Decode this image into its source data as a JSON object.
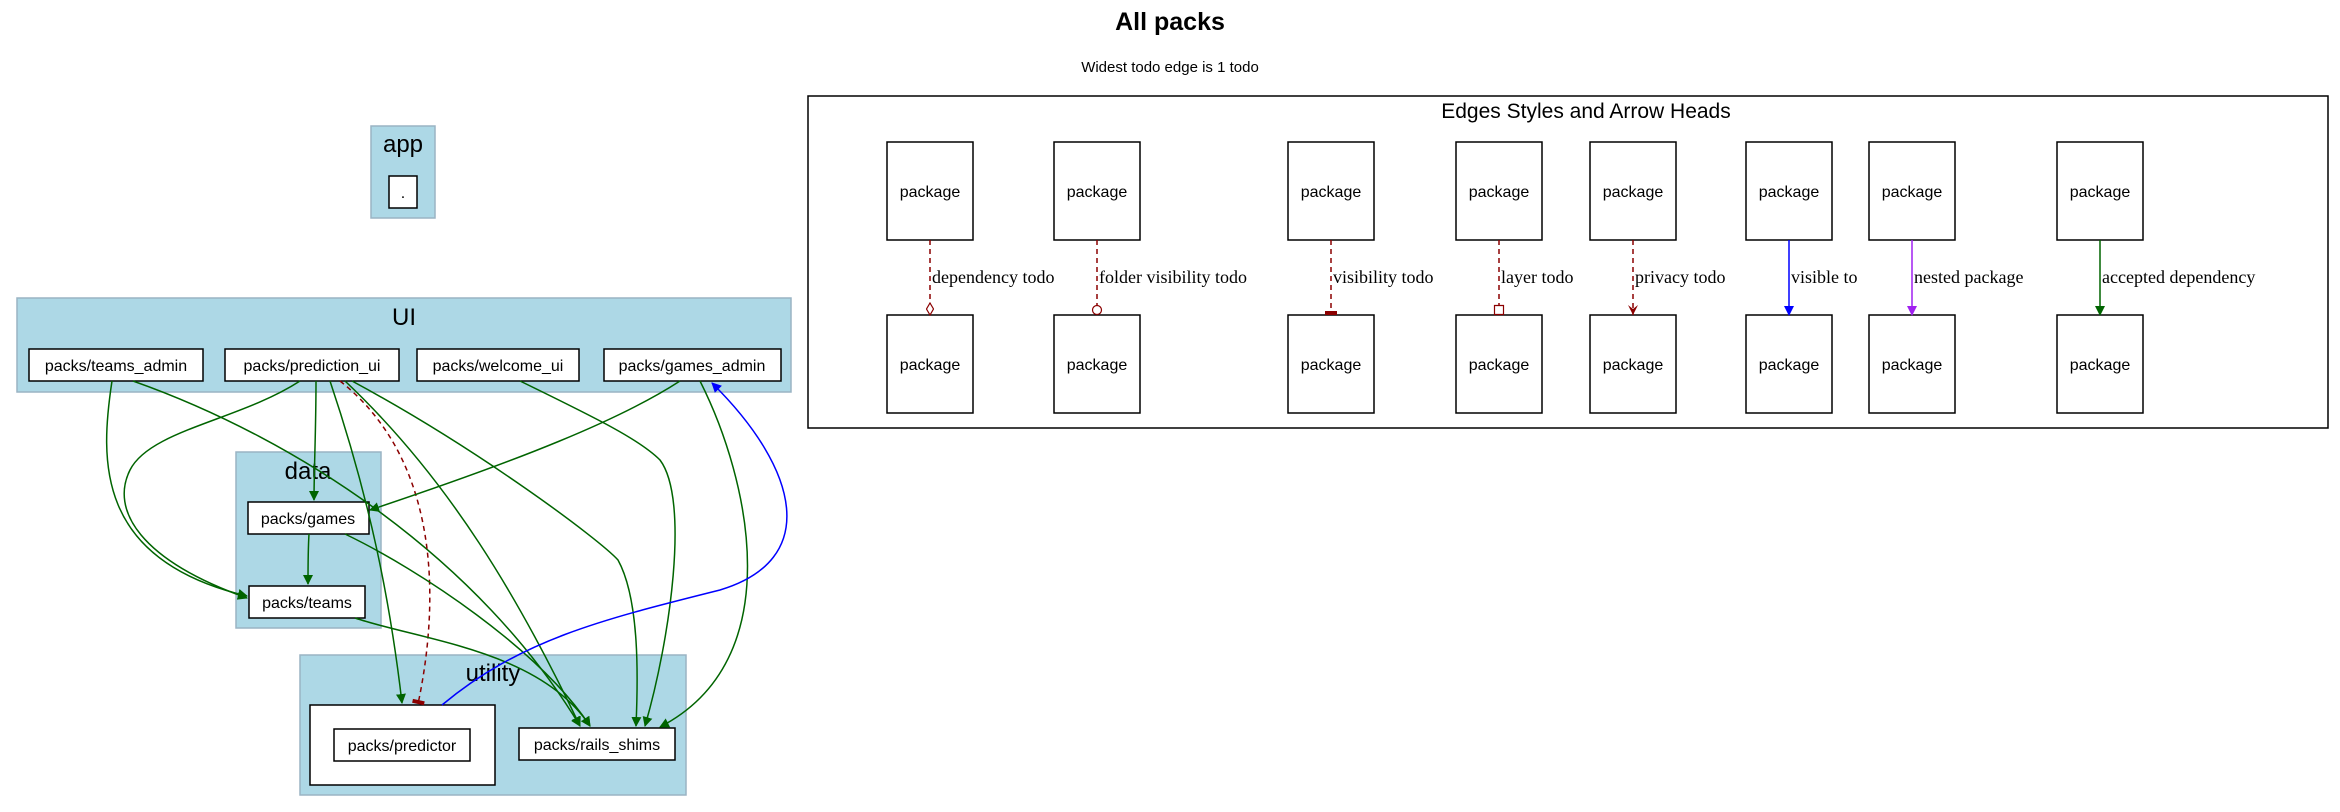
{
  "title": "All packs",
  "subtitle": "Widest todo edge is 1 todo",
  "colors": {
    "cluster_fill": "#add8e6",
    "cluster_stroke": "#9ab4c4",
    "accepted_dependency": "#006400",
    "todo": "#8b0000",
    "visible_to": "#0000ff",
    "nested_package": "#a020f0"
  },
  "clusters": {
    "app": "app",
    "ui": "UI",
    "data": "data",
    "utility": "utility"
  },
  "nodes": {
    "root": ".",
    "teams_admin": "packs/teams_admin",
    "prediction_ui": "packs/prediction_ui",
    "welcome_ui": "packs/welcome_ui",
    "games_admin": "packs/games_admin",
    "games": "packs/games",
    "teams": "packs/teams",
    "predictor": "packs/predictor",
    "rails_shims": "packs/rails_shims"
  },
  "legend": {
    "title": "Edges Styles and Arrow Heads",
    "node_label": "package",
    "edges": [
      "dependency todo",
      "folder visibility todo",
      "visibility todo",
      "layer todo",
      "privacy todo",
      "visible to",
      "nested package",
      "accepted dependency"
    ]
  }
}
